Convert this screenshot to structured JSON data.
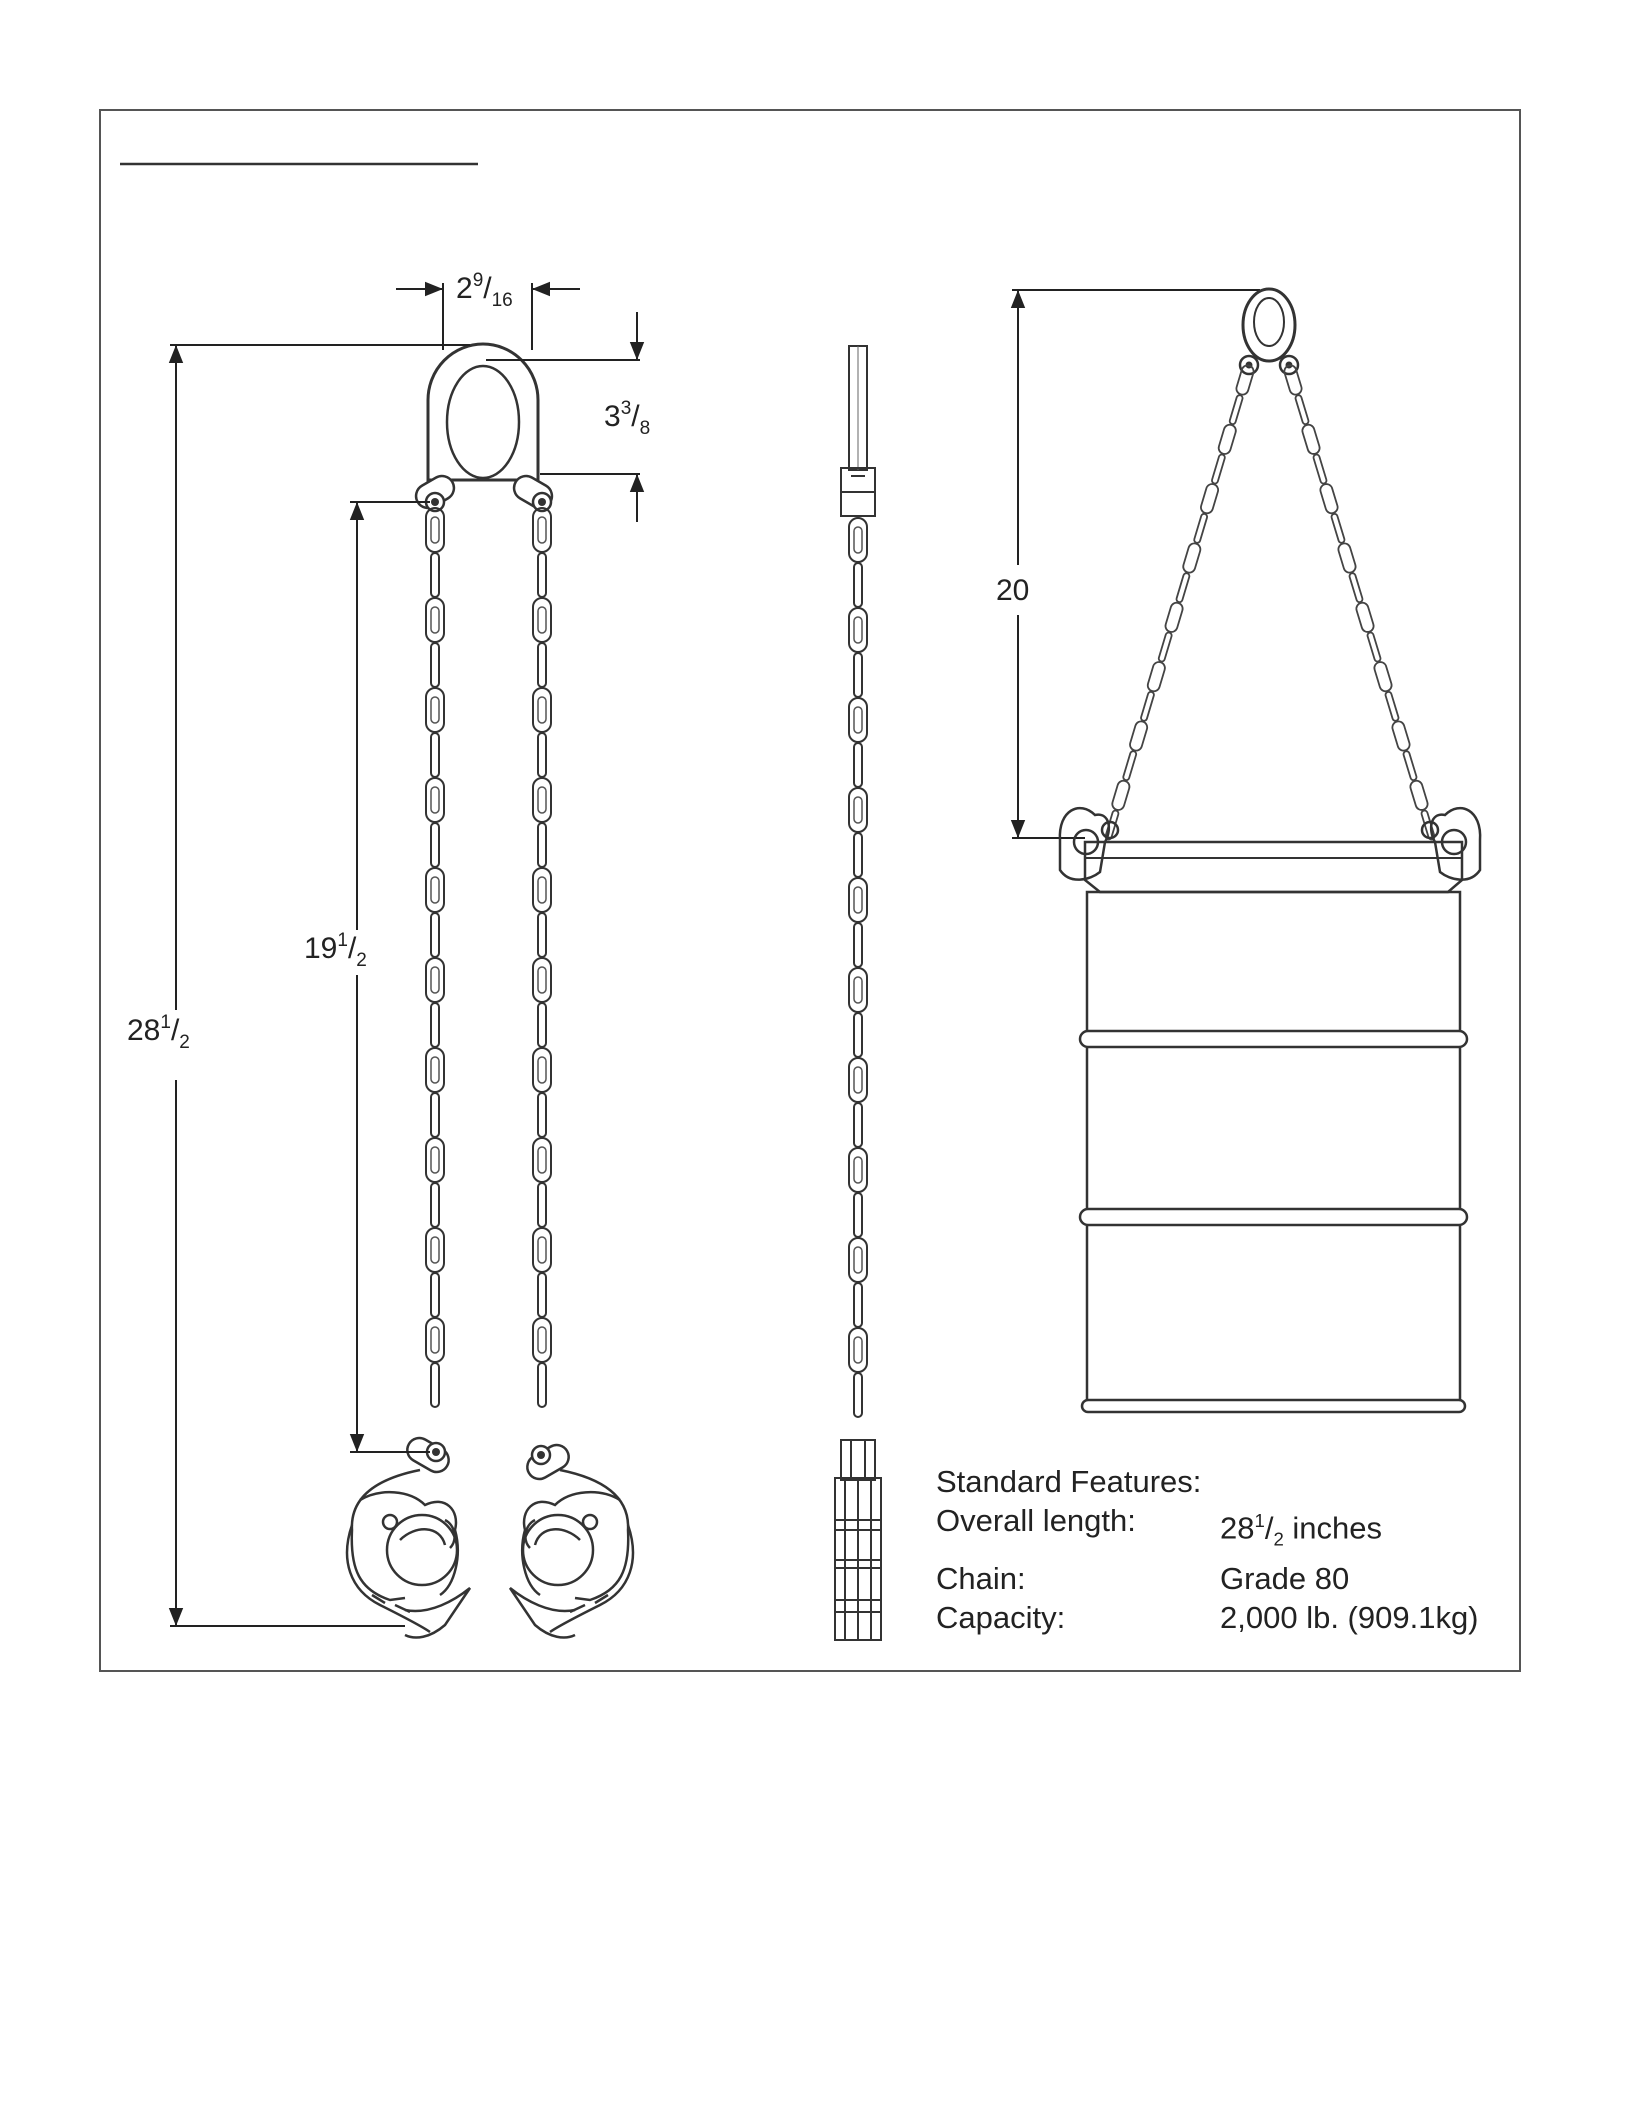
{
  "dimensions": {
    "shackle_width": {
      "whole": "2",
      "num": "9",
      "den": "16"
    },
    "shackle_height": {
      "whole": "3",
      "num": "3",
      "den": "8"
    },
    "chain_length": {
      "whole": "19",
      "num": "1",
      "den": "2"
    },
    "overall_length": {
      "whole": "28",
      "num": "1",
      "den": "2"
    },
    "sling_height": "20"
  },
  "features": {
    "heading": "Standard Features:",
    "rows": [
      {
        "label": "Overall length:",
        "whole": "28",
        "num": "1",
        "den": "2",
        "suffix": " inches"
      },
      {
        "label": "Chain:",
        "value": "Grade 80"
      },
      {
        "label": "Capacity:",
        "value": "2,000 lb. (909.1kg)"
      }
    ]
  },
  "colors": {
    "line": "#333333",
    "frame": "#555555"
  }
}
